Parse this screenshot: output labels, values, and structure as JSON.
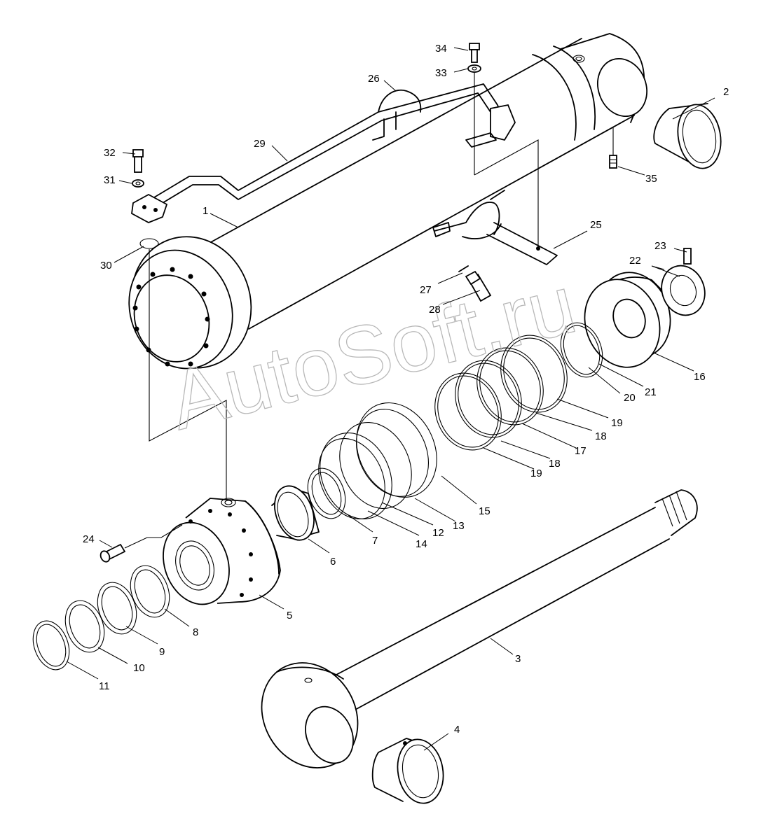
{
  "watermark": "AutoSoft.ru",
  "callouts": {
    "c1": "1",
    "c2": "2",
    "c3": "3",
    "c4": "4",
    "c5": "5",
    "c6": "6",
    "c7": "7",
    "c8": "8",
    "c9": "9",
    "c10": "10",
    "c11": "11",
    "c12": "12",
    "c13": "13",
    "c14": "14",
    "c15": "15",
    "c16": "16",
    "c17": "17",
    "c18a": "18",
    "c18b": "18",
    "c19a": "19",
    "c19b": "19",
    "c20": "20",
    "c21": "21",
    "c22": "22",
    "c23": "23",
    "c24": "24",
    "c25": "25",
    "c26": "26",
    "c27": "27",
    "c28": "28",
    "c29": "29",
    "c30": "30",
    "c31": "31",
    "c32": "32",
    "c33": "33",
    "c34": "34",
    "c35": "35"
  }
}
